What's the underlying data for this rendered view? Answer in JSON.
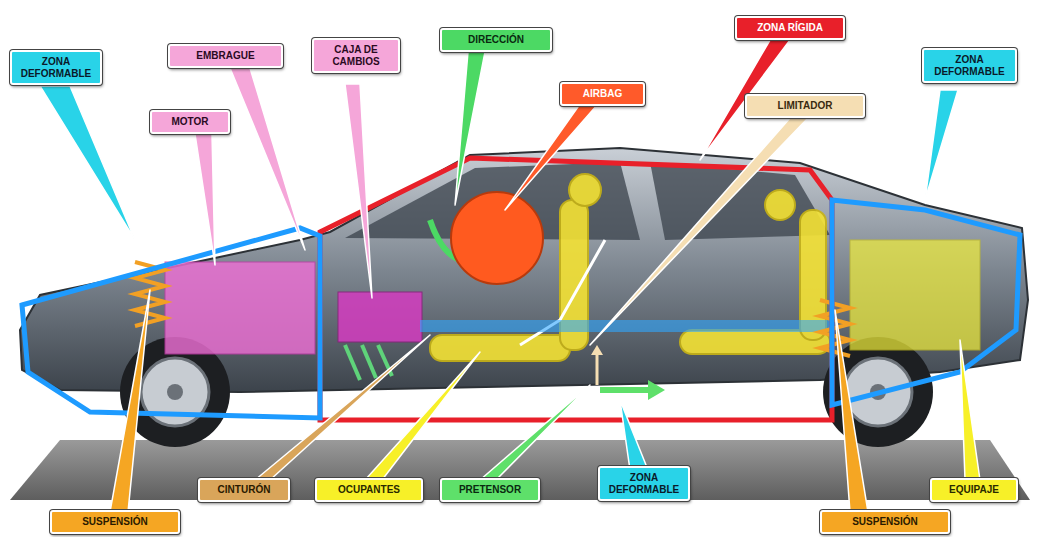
{
  "diagram": {
    "nodes": [
      {
        "text": [
          "ZONA DEFORMABLE"
        ]
      },
      {
        "text": [
          "EMBRAGUE"
        ]
      },
      {
        "text": [
          "MOTOR"
        ]
      },
      {
        "text": [
          "CAJA DE CAMBIOS"
        ]
      },
      {
        "text": [
          "DIRECCIÓN"
        ]
      },
      {
        "text": [
          "ZONA RÍGIDA"
        ]
      },
      {
        "text": [
          "AIRBAG"
        ]
      },
      {
        "text": [
          "LIMITADOR"
        ]
      },
      {
        "text": [
          "ZONA DEFORMABLE"
        ]
      },
      {
        "text": [
          "SUSPENSIÓN"
        ]
      },
      {
        "text": [
          "CINTURÓN"
        ]
      },
      {
        "text": [
          "OCUPANTES"
        ]
      },
      {
        "text": [
          "PRETENSOR"
        ]
      },
      {
        "text": [
          "ZONA DEFORMABLE"
        ]
      },
      {
        "text": [
          "SUSPENSIÓN"
        ]
      },
      {
        "text": [
          "EQUIPAJE"
        ]
      }
    ]
  }
}
